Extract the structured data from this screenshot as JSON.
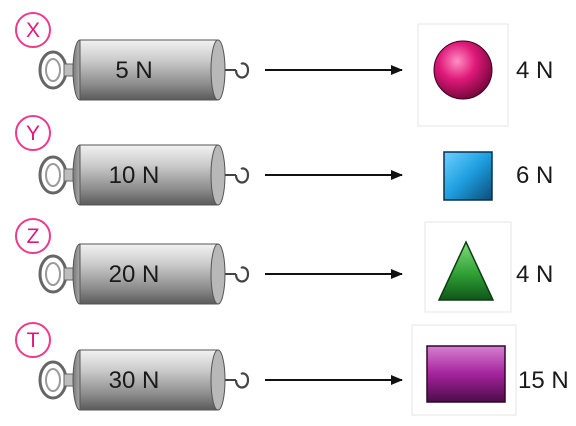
{
  "rows": [
    {
      "label": "X",
      "capacity": "5 N",
      "object_shape": "sphere",
      "object_color": "#e0197a",
      "object_weight": "4 N"
    },
    {
      "label": "Y",
      "capacity": "10 N",
      "object_shape": "cube",
      "object_color": "#1e9ee0",
      "object_weight": "6 N"
    },
    {
      "label": "Z",
      "capacity": "20 N",
      "object_shape": "triangle",
      "object_color": "#2fa034",
      "object_weight": "4 N"
    },
    {
      "label": "T",
      "capacity": "30 N",
      "object_shape": "slab",
      "object_color": "#a3239c",
      "object_weight": "15 N"
    }
  ],
  "colors": {
    "label_circle": "#ef3a8c",
    "dynamometer_body": "#9a9a9a",
    "arrow": "#111111"
  }
}
